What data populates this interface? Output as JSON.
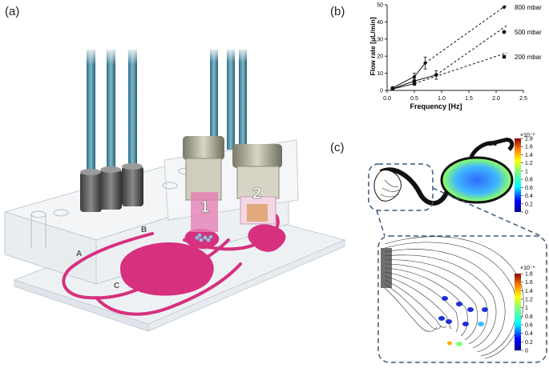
{
  "panels": {
    "a": "(a)",
    "b": "(b)",
    "c": "(c)"
  },
  "device": {
    "chamber_1": "1",
    "chamber_2": "2",
    "points": [
      "A",
      "B",
      "C"
    ],
    "channel_color": "#d6307f"
  },
  "chart_data": {
    "type": "scatter",
    "xlabel": "Frequency [Hz]",
    "ylabel": "Flow rate [μL/min]",
    "xlim": [
      0,
      2.5
    ],
    "ylim": [
      0,
      50
    ],
    "xticks": [
      "0.0",
      "0.5",
      "1.0",
      "1.5",
      "2.0",
      "2.5"
    ],
    "yticks": [
      "0",
      "10",
      "20",
      "30",
      "40",
      "50"
    ],
    "series": [
      {
        "name": "800 mbar",
        "marker": "diamond",
        "x": [
          0.1,
          0.5,
          0.7
        ],
        "y": [
          1.5,
          8,
          16
        ],
        "err": [
          0.5,
          2,
          3.5
        ],
        "fit_end": [
          2.2,
          50
        ]
      },
      {
        "name": "500 mbar",
        "marker": "circle",
        "x": [
          0.1,
          0.5,
          0.9
        ],
        "y": [
          1,
          5.5,
          9
        ],
        "err": [
          0.5,
          1.5,
          2.5
        ],
        "fit_end": [
          2.2,
          38
        ]
      },
      {
        "name": "200 mbar",
        "marker": "square",
        "x": [
          0.1,
          0.5
        ],
        "y": [
          0.8,
          4
        ],
        "err": [
          0.4,
          1
        ],
        "fit_end": [
          2.2,
          22
        ]
      }
    ],
    "legend_position": "right"
  },
  "colorbars": {
    "exponent": "×10⁻³",
    "ticks": [
      "1.8",
      "1.6",
      "1.4",
      "1.2",
      "1",
      "0.8",
      "0.6",
      "0.4",
      "0.2",
      "0"
    ]
  }
}
